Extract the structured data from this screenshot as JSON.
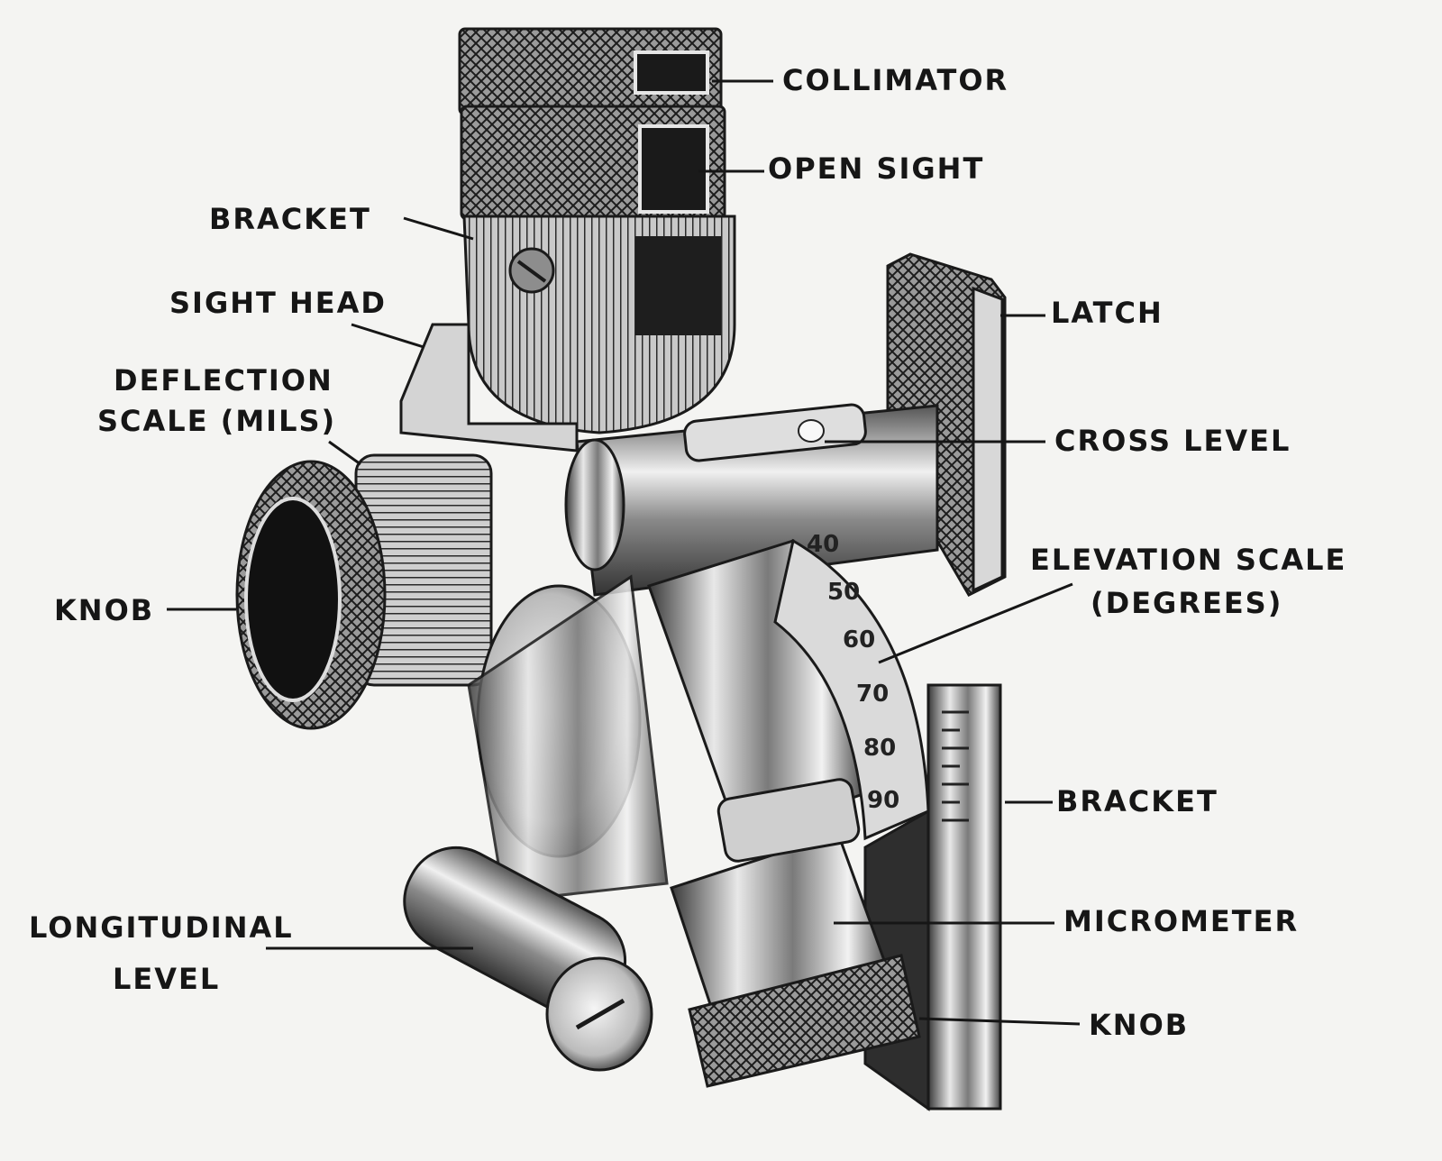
{
  "labels": {
    "collimator": "COLLIMATOR",
    "open_sight": "OPEN SIGHT",
    "bracket_top": "BRACKET",
    "sight_head": "SIGHT HEAD",
    "deflection_scale": [
      "DEFLECTION",
      "SCALE (MILS)"
    ],
    "knob_left": "KNOB",
    "longitudinal_level": [
      "LONGITUDINAL",
      "LEVEL"
    ],
    "latch": "LATCH",
    "cross_level": "CROSS LEVEL",
    "elevation_scale": [
      "ELEVATION SCALE",
      "(DEGREES)"
    ],
    "bracket_right": "BRACKET",
    "micrometer": "MICROMETER",
    "knob_bottom": "KNOB"
  },
  "elevation_scale_numbers": [
    "40",
    "50",
    "60",
    "70",
    "80",
    "90"
  ],
  "colors": {
    "background": "#f4f4f2",
    "ink": "#161616"
  }
}
